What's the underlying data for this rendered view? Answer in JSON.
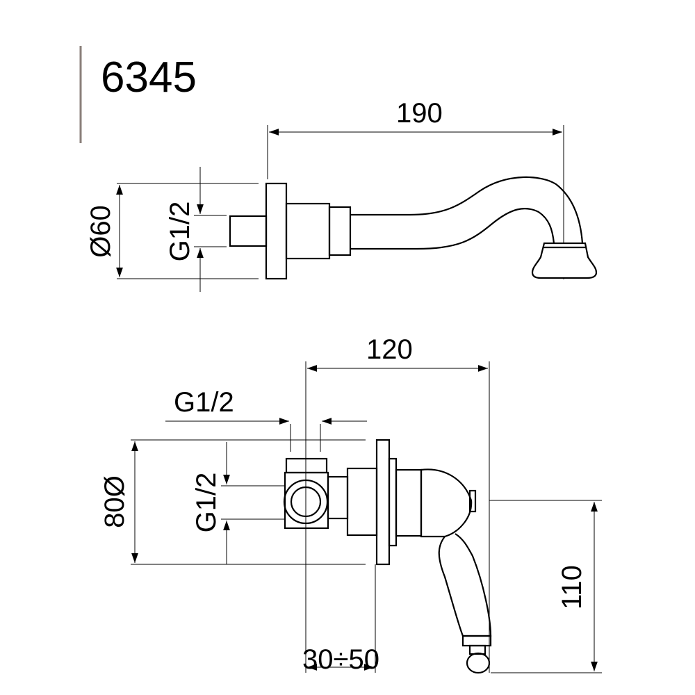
{
  "title": "6345",
  "colors": {
    "line": "#000000",
    "title_bar": "#8a7f7a",
    "background": "#ffffff"
  },
  "top_view": {
    "dims": {
      "length": "190",
      "flange_diameter": "Ø60",
      "thread": "G1/2"
    }
  },
  "bottom_view": {
    "dims": {
      "length": "120",
      "thread_top": "G1/2",
      "thread_side": "G1/2",
      "flange_diameter": "80Ø",
      "height": "110",
      "depth_range": "30÷50"
    }
  }
}
